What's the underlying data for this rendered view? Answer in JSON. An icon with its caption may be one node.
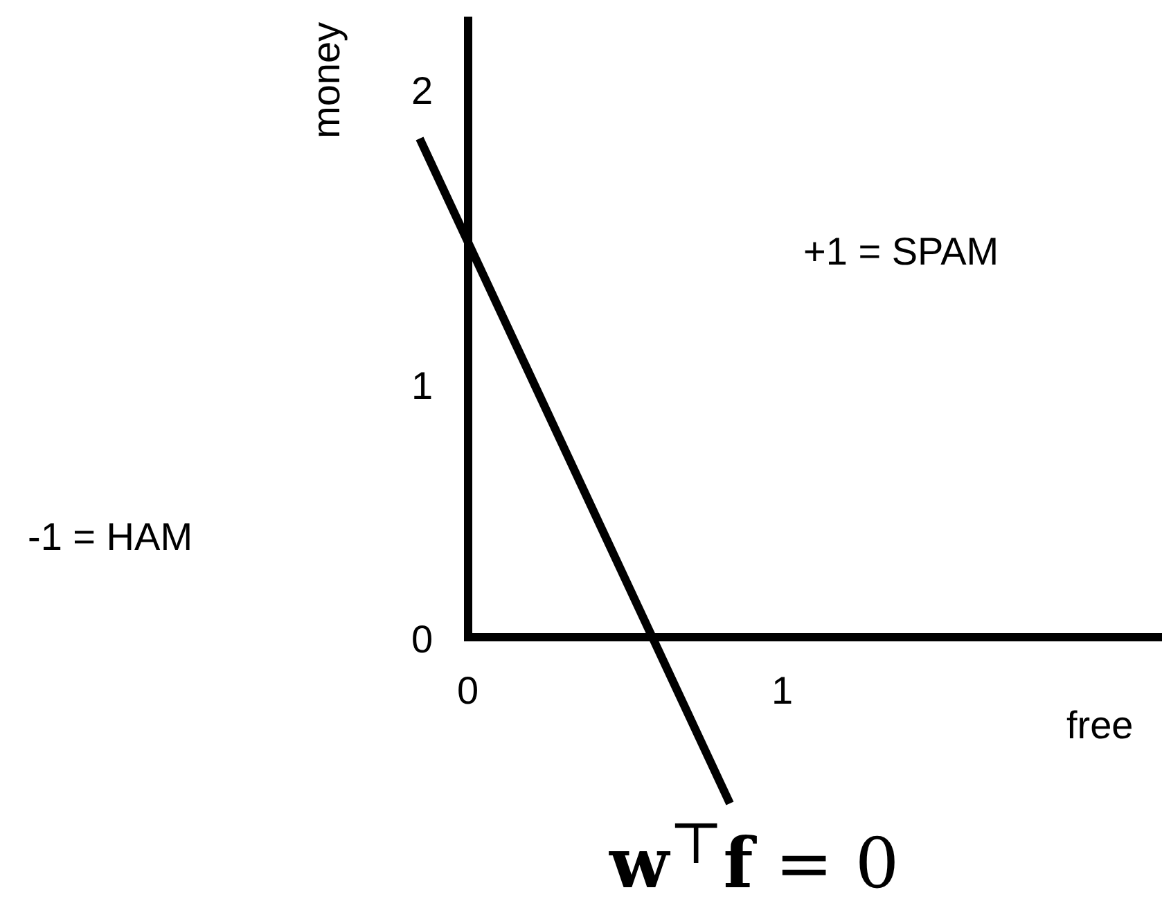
{
  "diagram": {
    "labels": [
      "money",
      "2",
      "1",
      "0",
      "+1 = SPAM",
      "-1 = HAM",
      "0",
      "1",
      "free",
      "**w**$^{⊤}$**f** = 0"
    ]
  }
}
